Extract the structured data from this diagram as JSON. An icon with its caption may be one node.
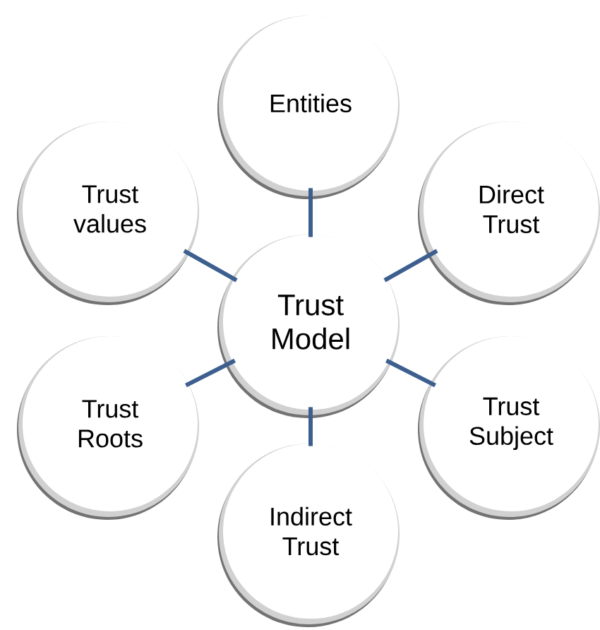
{
  "diagram": {
    "nodes": [
      {
        "text": [
          "Entities"
        ]
      },
      {
        "text": [
          "Trust values"
        ]
      },
      {
        "text": [
          "Direct Trust"
        ]
      },
      {
        "text": [
          "Trust Model"
        ]
      },
      {
        "text": [
          "Trust Roots"
        ]
      },
      {
        "text": [
          "Trust Subject"
        ]
      },
      {
        "text": [
          "Indirect Trust"
        ]
      }
    ],
    "edges": [
      {
        "from": 3,
        "to": 0,
        "arrow": "none"
      },
      {
        "from": 3,
        "to": 1,
        "arrow": "none"
      },
      {
        "from": 3,
        "to": 2,
        "arrow": "none"
      },
      {
        "from": 3,
        "to": 4,
        "arrow": "none"
      },
      {
        "from": 3,
        "to": 5,
        "arrow": "none"
      },
      {
        "from": 3,
        "to": 6,
        "arrow": "none"
      }
    ]
  }
}
